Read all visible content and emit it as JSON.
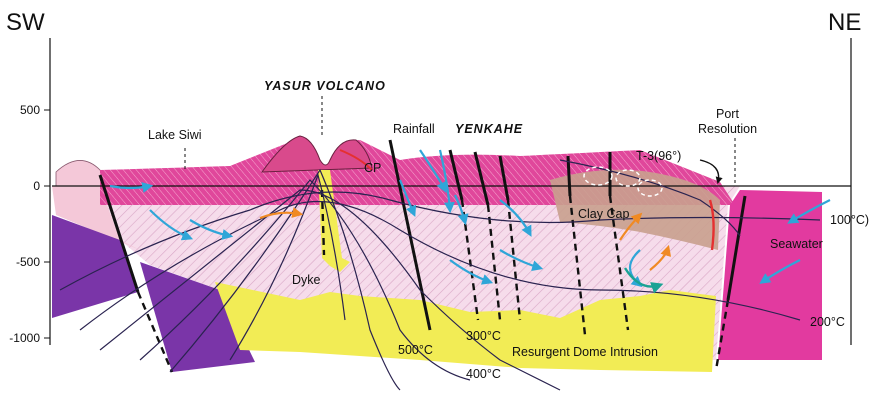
{
  "compass": {
    "left": "SW",
    "right": "NE"
  },
  "axis": {
    "ticks": [
      "500",
      "0",
      "-500",
      "-1000"
    ]
  },
  "labels": {
    "lake": "Lake Siwi",
    "volcano": "YASUR VOLCANO",
    "rainfall": "Rainfall",
    "yenkahe": "YENKAHE",
    "port_line1": "Port",
    "port_line2": "Resolution",
    "well": "T-3(96°)",
    "cp": "CP",
    "clay": "Clay Cap",
    "seawater": "Seawater",
    "dyke": "Dyke",
    "dome": "Resurgent Dome Intrusion"
  },
  "isotherms": [
    "100°C)",
    "200°C",
    "300°C",
    "400°C",
    "500°C"
  ],
  "colors": {
    "magenta": "#e0479b",
    "hot_pink": "#e23a9f",
    "light_pink": "#f4c8d8",
    "hatch_pink": "#f3cfe2",
    "purple": "#7a35a8",
    "yellow": "#f2ec55",
    "clay": "#c9a08e",
    "flow_blue": "#2fa6d8",
    "orange": "#f08a24",
    "teal": "#1aa394",
    "red": "#e53030"
  }
}
